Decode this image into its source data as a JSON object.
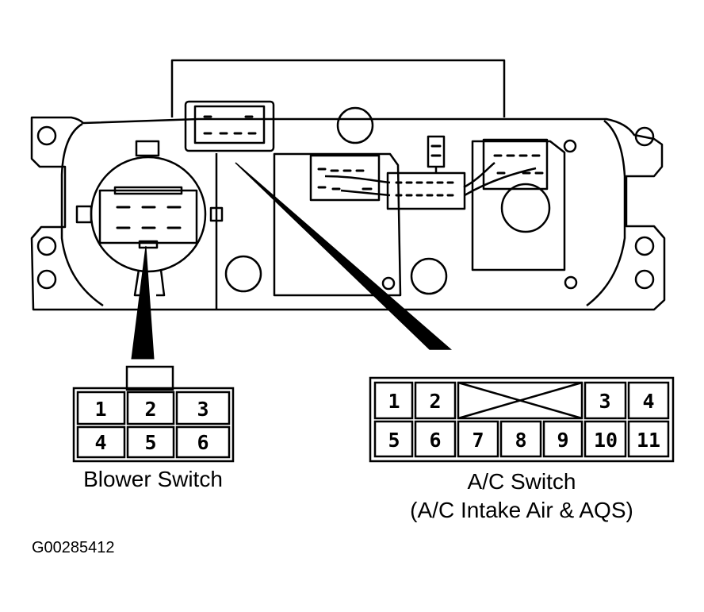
{
  "blower_switch": {
    "label": "Blower Switch",
    "pins": [
      "1",
      "2",
      "3",
      "4",
      "5",
      "6"
    ]
  },
  "ac_switch": {
    "label_line1": "A/C Switch",
    "label_line2": "(A/C Intake Air & AQS)",
    "pins": [
      "1",
      "2",
      "3",
      "4",
      "5",
      "6",
      "7",
      "8",
      "9",
      "10",
      "11"
    ]
  },
  "figure_id": "G00285412"
}
